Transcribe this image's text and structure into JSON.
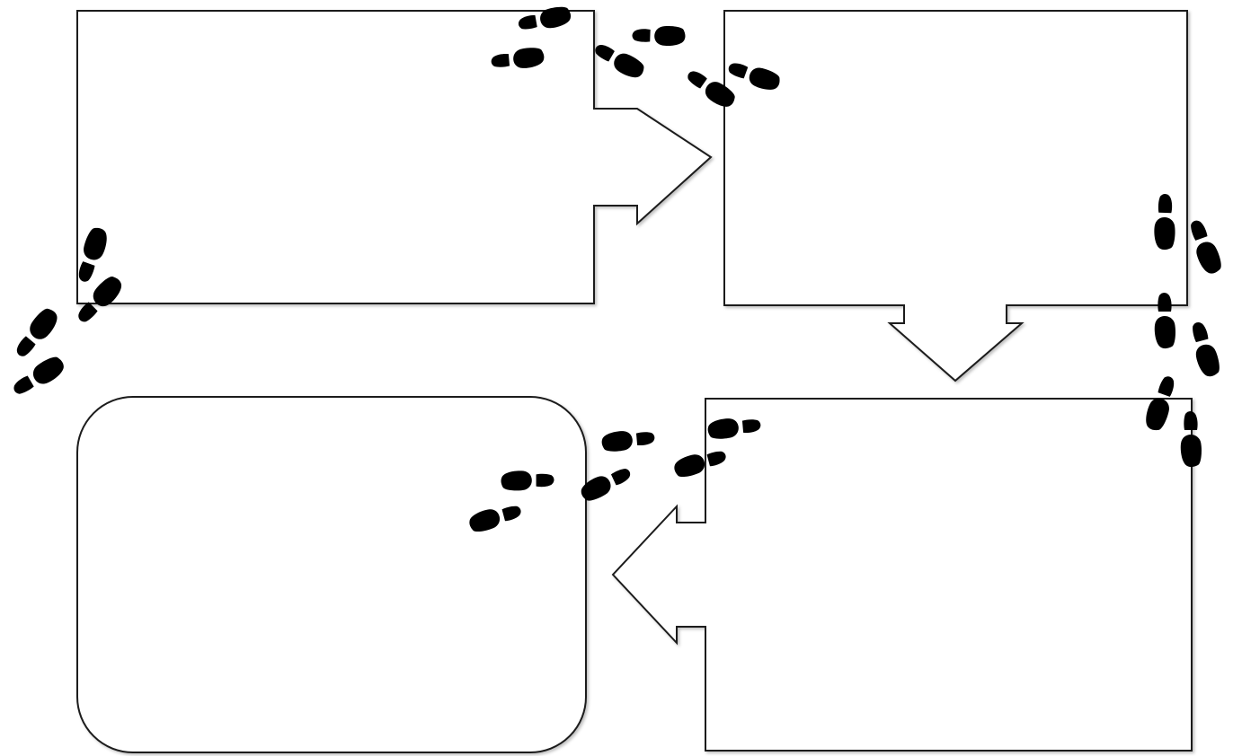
{
  "diagram": {
    "boxes": [
      {
        "id": "box-1",
        "shape": "arrow-box-pointing-right",
        "text": ""
      },
      {
        "id": "box-2",
        "shape": "arrow-box-pointing-down",
        "text": ""
      },
      {
        "id": "box-3",
        "shape": "arrow-box-pointing-left",
        "text": ""
      },
      {
        "id": "box-4",
        "shape": "rounded-rectangle",
        "text": ""
      }
    ],
    "decorations": {
      "icon": "footprint-icon",
      "color": "#000000"
    }
  },
  "colors": {
    "stroke": "#1a1a1a",
    "fill": "#ffffff",
    "footprints": "#000000"
  }
}
